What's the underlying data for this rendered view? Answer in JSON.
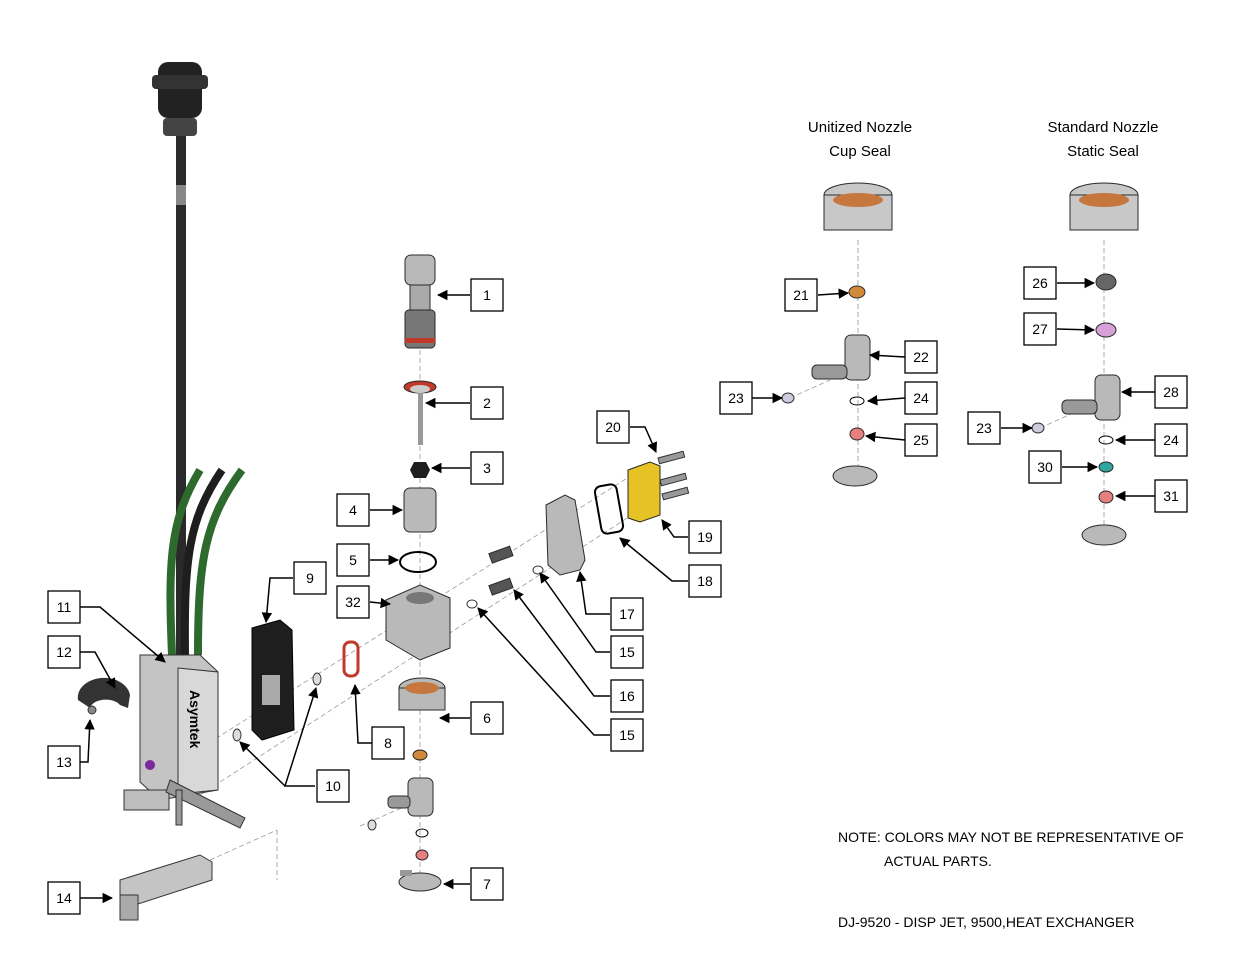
{
  "variants": {
    "unitized": {
      "line1": "Unitized Nozzle",
      "line2": "Cup Seal"
    },
    "standard": {
      "line1": "Standard Nozzle",
      "line2": "Static Seal"
    }
  },
  "note": {
    "line1": "NOTE: COLORS MAY NOT BE REPRESENTATIVE OF",
    "line2": "ACTUAL PARTS."
  },
  "part_number": "DJ-9520 - DISP JET, 9500,HEAT EXCHANGER",
  "logo_text": "Asymtek",
  "colors": {
    "hose_green": "#2e6a2e",
    "hose_black": "#1e1e1e",
    "part_gray": "#b9b9b9",
    "red_oring": "#c0392b",
    "copper": "#d08a3a",
    "yellow_gasket": "#e7c227",
    "pink_seal": "#d8a0d8",
    "teal_seal": "#2fa7a0",
    "salmon_nozzle": "#e87f7f"
  },
  "callouts": [
    "1",
    "2",
    "3",
    "4",
    "5",
    "6",
    "7",
    "8",
    "9",
    "10",
    "11",
    "12",
    "13",
    "14",
    "15",
    "15",
    "16",
    "17",
    "18",
    "19",
    "20",
    "21",
    "22",
    "23",
    "24",
    "25",
    "26",
    "27",
    "28",
    "23",
    "24",
    "30",
    "31",
    "32"
  ]
}
